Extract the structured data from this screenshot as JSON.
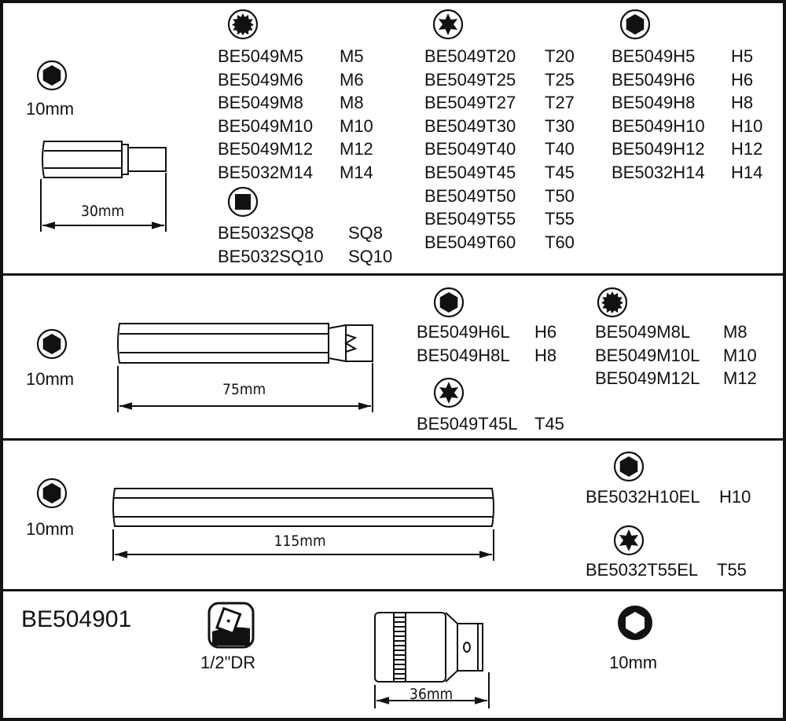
{
  "sections": [
    {
      "drive_icon": "hex-icon",
      "drive_size": "10mm",
      "bit_length": "30mm",
      "groups": [
        {
          "icon": "spline-icon",
          "items": [
            {
              "code": "BE5049M5",
              "size": "M5"
            },
            {
              "code": "BE5049M6",
              "size": "M6"
            },
            {
              "code": "BE5049M8",
              "size": "M8"
            },
            {
              "code": "BE5049M10",
              "size": "M10"
            },
            {
              "code": "BE5049M12",
              "size": "M12"
            },
            {
              "code": "BE5032M14",
              "size": "M14"
            }
          ]
        },
        {
          "icon": "square-icon",
          "items": [
            {
              "code": "BE5032SQ8",
              "size": "SQ8"
            },
            {
              "code": "BE5032SQ10",
              "size": "SQ10"
            }
          ]
        },
        {
          "icon": "torx-icon",
          "items": [
            {
              "code": "BE5049T20",
              "size": "T20"
            },
            {
              "code": "BE5049T25",
              "size": "T25"
            },
            {
              "code": "BE5049T27",
              "size": "T27"
            },
            {
              "code": "BE5049T30",
              "size": "T30"
            },
            {
              "code": "BE5049T40",
              "size": "T40"
            },
            {
              "code": "BE5049T45",
              "size": "T45"
            },
            {
              "code": "BE5049T50",
              "size": "T50"
            },
            {
              "code": "BE5049T55",
              "size": "T55"
            },
            {
              "code": "BE5049T60",
              "size": "T60"
            }
          ]
        },
        {
          "icon": "hex-icon",
          "items": [
            {
              "code": "BE5049H5",
              "size": "H5"
            },
            {
              "code": "BE5049H6",
              "size": "H6"
            },
            {
              "code": "BE5049H8",
              "size": "H8"
            },
            {
              "code": "BE5049H10",
              "size": "H10"
            },
            {
              "code": "BE5049H12",
              "size": "H12"
            },
            {
              "code": "BE5032H14",
              "size": "H14"
            }
          ]
        }
      ]
    },
    {
      "drive_icon": "hex-icon",
      "drive_size": "10mm",
      "bit_length": "75mm",
      "groups": [
        {
          "icon": "hex-icon",
          "items": [
            {
              "code": "BE5049H6L",
              "size": "H6"
            },
            {
              "code": "BE5049H8L",
              "size": "H8"
            }
          ]
        },
        {
          "icon": "torx-icon",
          "items": [
            {
              "code": "BE5049T45L",
              "size": "T45"
            }
          ]
        },
        {
          "icon": "spline-icon",
          "items": [
            {
              "code": "BE5049M8L",
              "size": "M8"
            },
            {
              "code": "BE5049M10L",
              "size": "M10"
            },
            {
              "code": "BE5049M12L",
              "size": "M12"
            }
          ]
        }
      ]
    },
    {
      "drive_icon": "hex-icon",
      "drive_size": "10mm",
      "bit_length": "115mm",
      "groups": [
        {
          "icon": "hex-icon",
          "items": [
            {
              "code": "BE5032H10EL",
              "size": "H10"
            }
          ]
        },
        {
          "icon": "torx-icon",
          "items": [
            {
              "code": "BE5032T55EL",
              "size": "T55"
            }
          ]
        }
      ]
    }
  ],
  "holder": {
    "code": "BE504901",
    "drive_label": "1/2\"DR",
    "length": "36mm",
    "hex_size": "10mm"
  }
}
